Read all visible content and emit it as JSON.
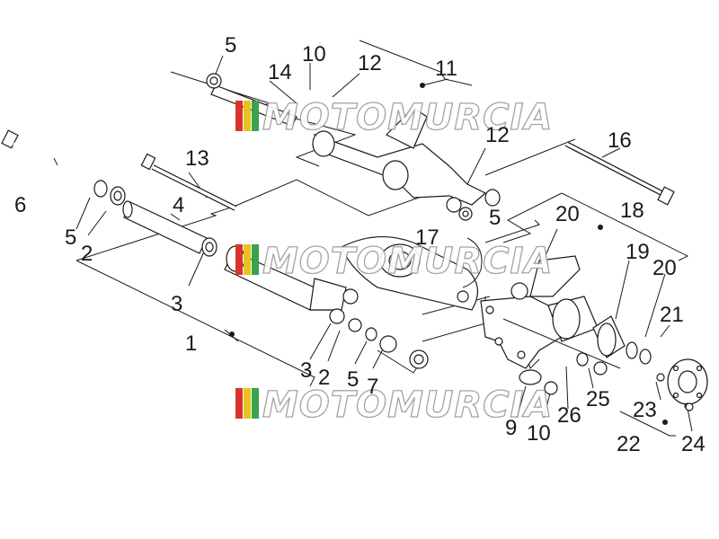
{
  "watermark": {
    "text": "MOTOMURCIA",
    "colors": [
      "#d9332b",
      "#e8c21f",
      "#3aa34a",
      "#9a9a9a"
    ]
  },
  "callouts": [
    "5",
    "10",
    "14",
    "12",
    "11",
    "12",
    "6",
    "13",
    "5",
    "2",
    "4",
    "3",
    "1",
    "16",
    "20",
    "18",
    "17",
    "19",
    "20",
    "21",
    "3",
    "2",
    "5",
    "7",
    "9",
    "10",
    "26",
    "25",
    "23",
    "22",
    "24",
    "5"
  ],
  "palette": {
    "ink": "#1a1a1a",
    "paper": "#ffffff"
  }
}
